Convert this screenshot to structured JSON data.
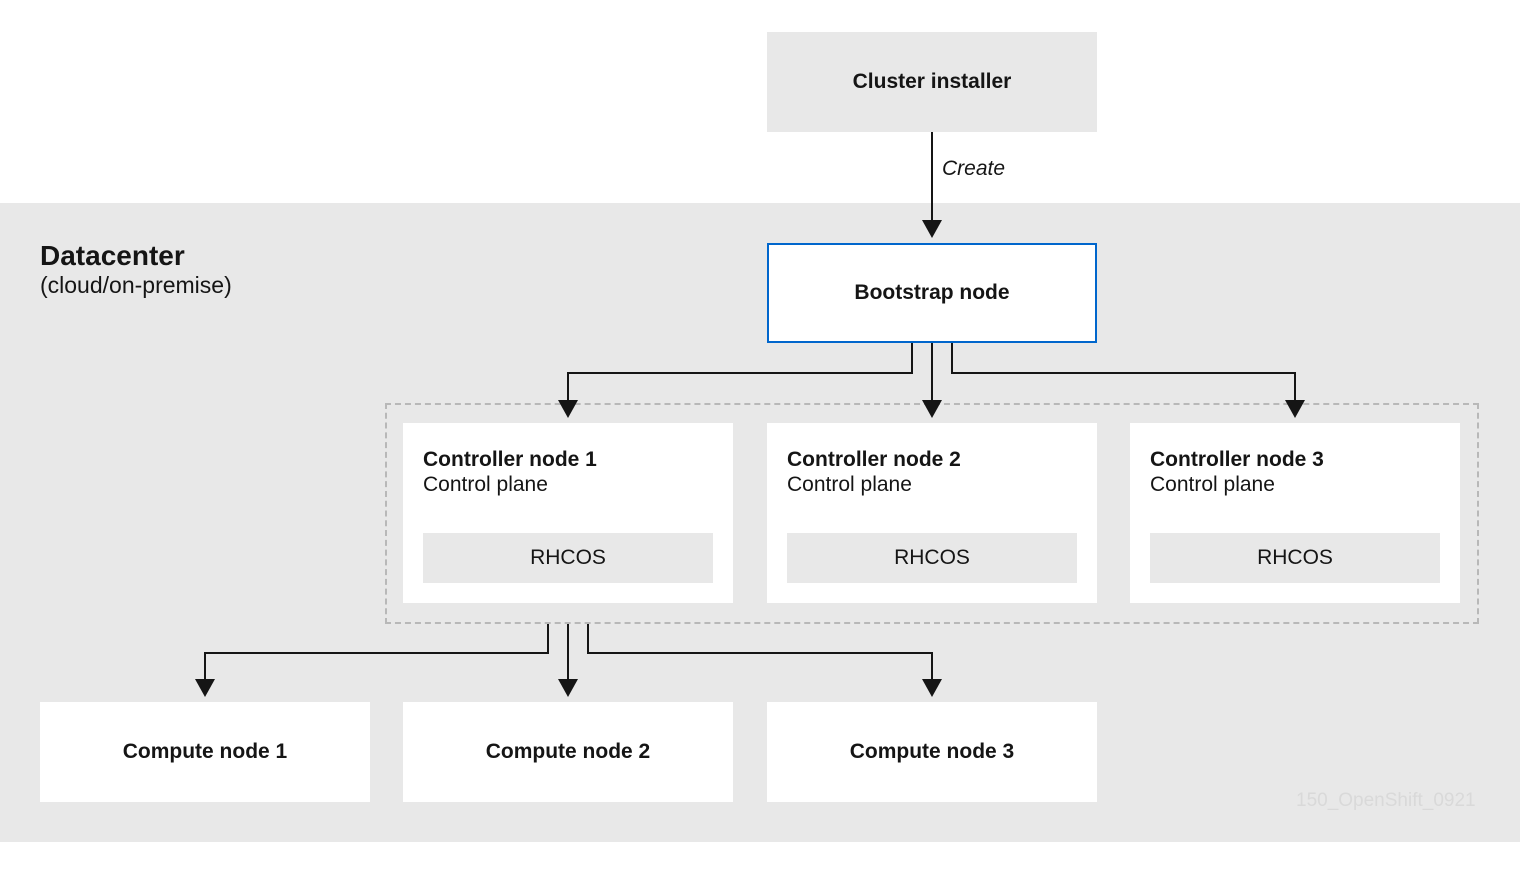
{
  "installer": {
    "label": "Cluster installer"
  },
  "create_label": "Create",
  "datacenter": {
    "title": "Datacenter",
    "subtitle": "(cloud/on-premise)"
  },
  "bootstrap": {
    "label": "Bootstrap node"
  },
  "controllers": [
    {
      "title": "Controller node 1",
      "subtitle": "Control plane",
      "os": "RHCOS"
    },
    {
      "title": "Controller node 2",
      "subtitle": "Control plane",
      "os": "RHCOS"
    },
    {
      "title": "Controller node 3",
      "subtitle": "Control plane",
      "os": "RHCOS"
    }
  ],
  "compute": [
    {
      "label": "Compute node 1"
    },
    {
      "label": "Compute node 2"
    },
    {
      "label": "Compute node 3"
    }
  ],
  "watermark": "150_OpenShift_0921",
  "colors": {
    "panel": "#e8e8e8",
    "bootstrap_border": "#0066cc",
    "arrow": "#151515"
  }
}
